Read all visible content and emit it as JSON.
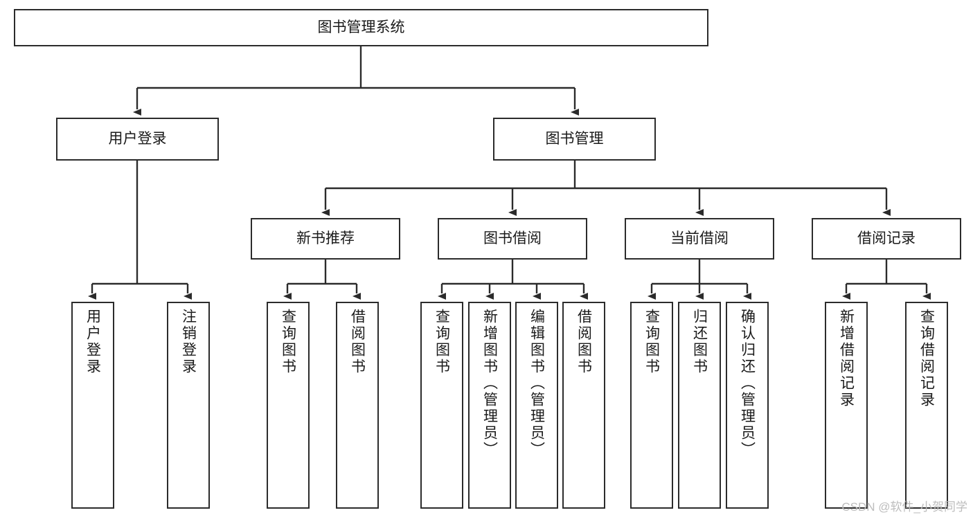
{
  "diagram": {
    "title": "图书管理系统",
    "type": "tree-hierarchy",
    "watermark": "CSDN @软件_小贺同学",
    "colors": {
      "box_border": "#2b2b2b",
      "box_fill": "#ffffff",
      "connector": "#2b2b2b",
      "text": "#1a1a1a",
      "watermark": "#bdbdbd",
      "background": "#ffffff"
    },
    "levels": {
      "root": {
        "label": "图书管理系统"
      },
      "level1": [
        {
          "label": "用户登录"
        },
        {
          "label": "图书管理"
        }
      ],
      "level2": [
        {
          "label": "新书推荐"
        },
        {
          "label": "图书借阅"
        },
        {
          "label": "当前借阅"
        },
        {
          "label": "借阅记录"
        }
      ],
      "leaves": {
        "user_login": [
          {
            "label": "用户登录"
          },
          {
            "label": "注销登录"
          }
        ],
        "new_book_recommend": [
          {
            "label": "查询图书"
          },
          {
            "label": "借阅图书"
          }
        ],
        "book_borrow": [
          {
            "label": "查询图书"
          },
          {
            "label": "新增图书（管理员）"
          },
          {
            "label": "编辑图书（管理员）"
          },
          {
            "label": "借阅图书"
          }
        ],
        "current_borrow": [
          {
            "label": "查询图书"
          },
          {
            "label": "归还图书"
          },
          {
            "label": "确认归还（管理员）"
          }
        ],
        "borrow_record": [
          {
            "label": "新增借阅记录"
          },
          {
            "label": "查询借阅记录"
          }
        ]
      }
    }
  }
}
